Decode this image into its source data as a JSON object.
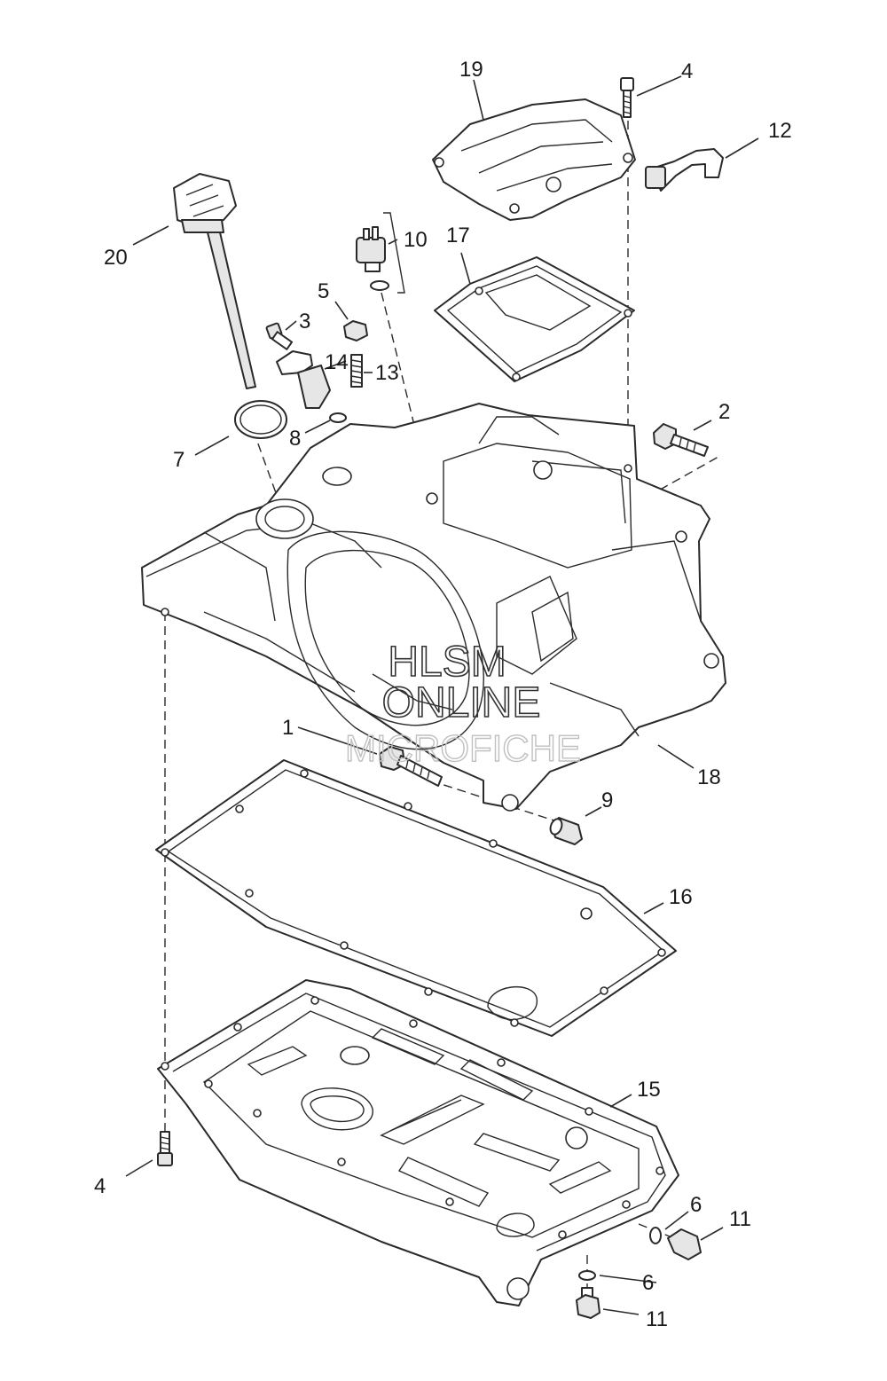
{
  "watermark": {
    "line1": "HLSM",
    "line2": "ONLINE",
    "line3": "MICROFICHE"
  },
  "callouts": [
    {
      "id": "c1",
      "text": "1"
    },
    {
      "id": "c2",
      "text": "2"
    },
    {
      "id": "c3",
      "text": "3"
    },
    {
      "id": "c4a",
      "text": "4"
    },
    {
      "id": "c4b",
      "text": "4"
    },
    {
      "id": "c5",
      "text": "5"
    },
    {
      "id": "c6a",
      "text": "6"
    },
    {
      "id": "c6b",
      "text": "6"
    },
    {
      "id": "c7",
      "text": "7"
    },
    {
      "id": "c8",
      "text": "8"
    },
    {
      "id": "c9",
      "text": "9"
    },
    {
      "id": "c10",
      "text": "10"
    },
    {
      "id": "c11a",
      "text": "11"
    },
    {
      "id": "c11b",
      "text": "11"
    },
    {
      "id": "c12",
      "text": "12"
    },
    {
      "id": "c13",
      "text": "13"
    },
    {
      "id": "c14",
      "text": "14"
    },
    {
      "id": "c15",
      "text": "15"
    },
    {
      "id": "c16",
      "text": "16"
    },
    {
      "id": "c17",
      "text": "17"
    },
    {
      "id": "c18",
      "text": "18"
    },
    {
      "id": "c19",
      "text": "19"
    },
    {
      "id": "c20",
      "text": "20"
    }
  ]
}
